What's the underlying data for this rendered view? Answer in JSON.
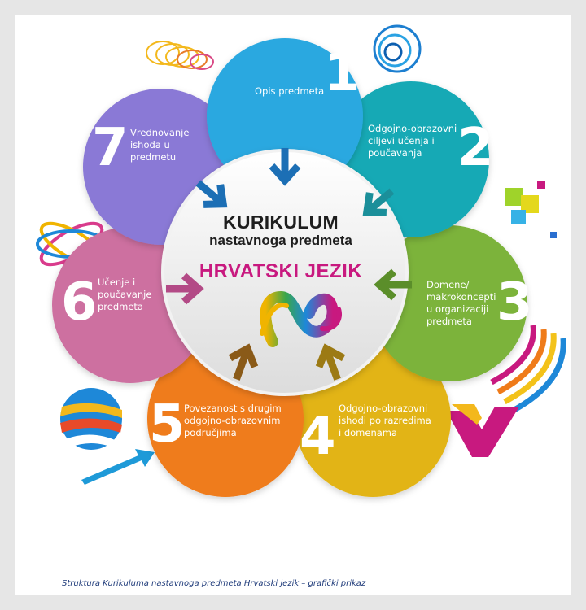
{
  "diagram": {
    "title_line1": "KURIKULUM",
    "title_line2": "nastavnoga predmeta",
    "subject": "HRVATSKI JEZIK",
    "segments": [
      {
        "number": "1",
        "label": "Opis predmeta",
        "color": "#29a8e0"
      },
      {
        "number": "2",
        "label": "Odgojno-obrazovni\nciljevi učenja i\npoučavanja",
        "color": "#16a9b5"
      },
      {
        "number": "3",
        "label": "Domene/\nmakrokoncepti\nu organizaciji\npredmeta",
        "color": "#7bb33a"
      },
      {
        "number": "4",
        "label": "Odgojno-obrazovni\nishodi po razredima\ni domenama",
        "color": "#e2b417"
      },
      {
        "number": "5",
        "label": "Povezanost s drugim\nodgojno-obrazovnim\npodručjima",
        "color": "#ef7b1a"
      },
      {
        "number": "6",
        "label": "Učenje i\npoučavanje\npredmeta",
        "color": "#cd6fa0"
      },
      {
        "number": "7",
        "label": "Vrednovanje\nishoda u\npredmetu",
        "color": "#8a79d6"
      }
    ]
  },
  "caption": "Struktura Kurikuluma nastavnoga predmeta Hrvatski jezik – grafički prikaz"
}
